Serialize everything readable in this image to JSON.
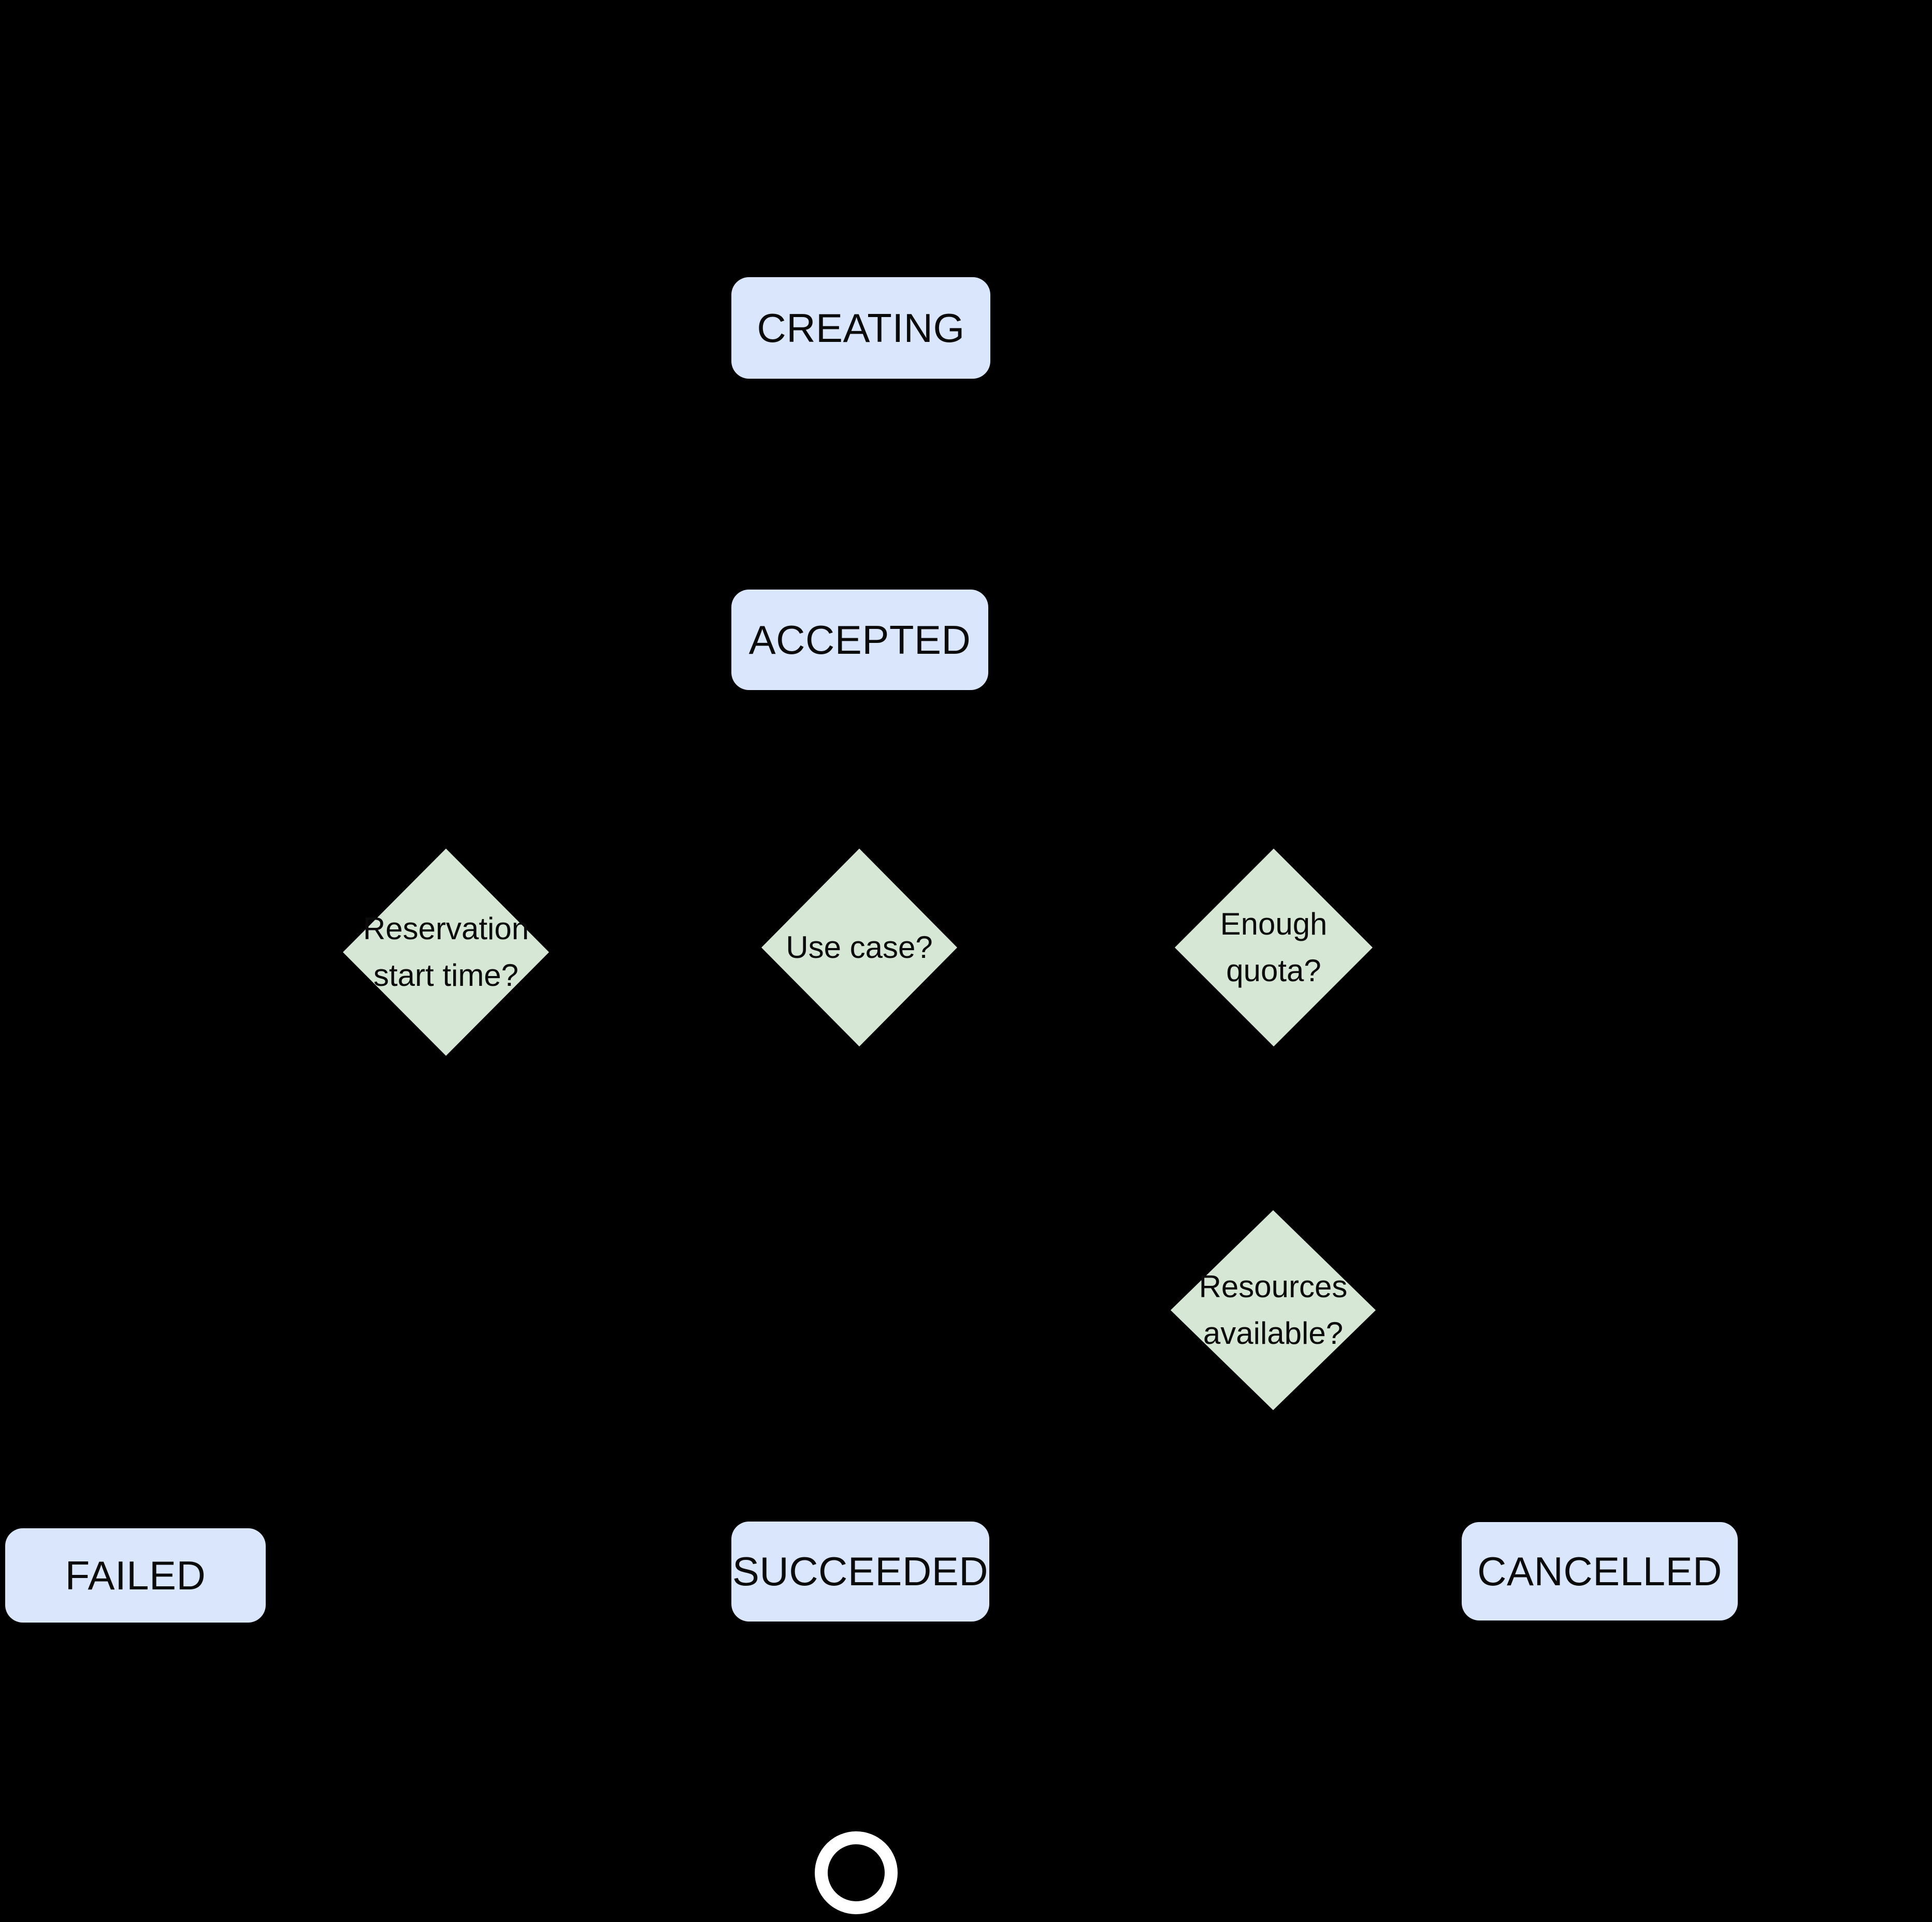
{
  "diagram": {
    "title": "Reservation state machine flowchart",
    "background_color": "#000000",
    "state_fill_color": "#dae6fb",
    "decision_fill_color": "#d7e7d5",
    "text_color": "#0b0b0b",
    "terminal_ring_color": "#ffffff"
  },
  "states": [
    {
      "id": "creating",
      "label": "CREATING"
    },
    {
      "id": "accepted",
      "label": "ACCEPTED"
    },
    {
      "id": "failed",
      "label": "FAILED"
    },
    {
      "id": "succeeded",
      "label": "SUCCEEDED"
    },
    {
      "id": "cancelled",
      "label": "CANCELLED"
    }
  ],
  "decisions": [
    {
      "id": "reservation-start-time",
      "line1": "Reservation",
      "line2": "start time?"
    },
    {
      "id": "use-case",
      "line1": "Use case?",
      "line2": ""
    },
    {
      "id": "enough-quota",
      "line1": "Enough",
      "line2": "quota?"
    },
    {
      "id": "resources-available",
      "line1": "Resources",
      "line2": "available?"
    }
  ],
  "terminal": {
    "id": "end-node",
    "label": ""
  }
}
